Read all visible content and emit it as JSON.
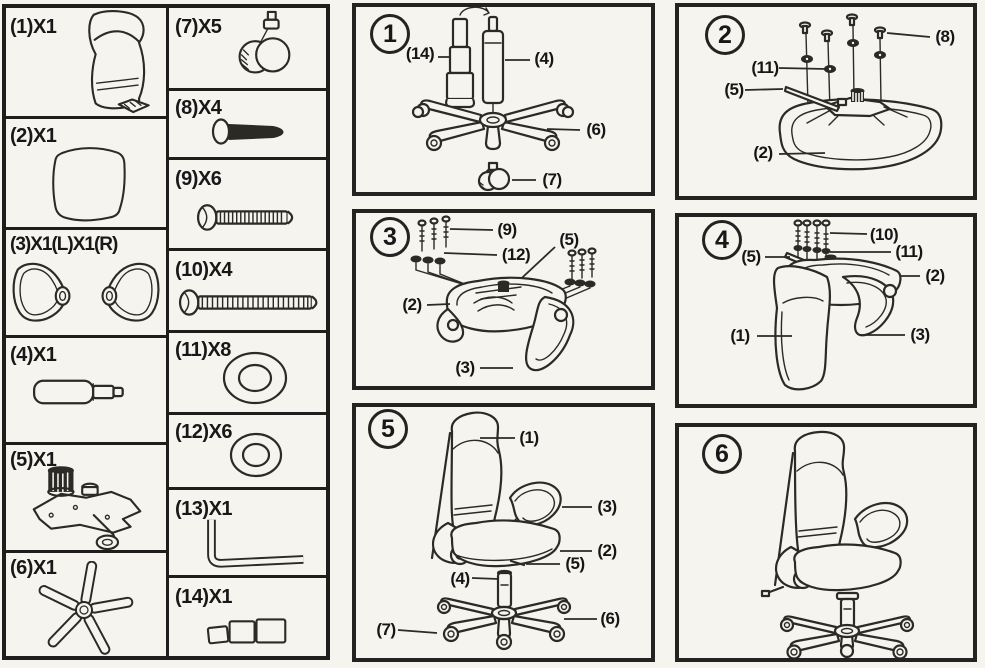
{
  "page": {
    "background": "#f5f4ef",
    "ink": "#2b2a27"
  },
  "parts_list": {
    "column1": [
      {
        "id": "backrest",
        "label": "(1)X1"
      },
      {
        "id": "seat",
        "label": "(2)X1"
      },
      {
        "id": "armrests",
        "label": "(3)X1(L)X1(R)"
      },
      {
        "id": "gas-lift",
        "label": "(4)X1"
      },
      {
        "id": "tilt-mechanism",
        "label": "(5)X1"
      },
      {
        "id": "five-star-base",
        "label": "(6)X1"
      }
    ],
    "column2": [
      {
        "id": "caster",
        "label": "(7)X5"
      },
      {
        "id": "short-bolt",
        "label": "(8)X4"
      },
      {
        "id": "medium-screw",
        "label": "(9)X6"
      },
      {
        "id": "long-screw",
        "label": "(10)X4"
      },
      {
        "id": "large-washer",
        "label": "(11)X8"
      },
      {
        "id": "small-washer",
        "label": "(12)X6"
      },
      {
        "id": "allen-key",
        "label": "(13)X1"
      },
      {
        "id": "telescopic-cover",
        "label": "(14)X1"
      }
    ]
  },
  "steps": [
    {
      "number": "1",
      "callouts": [
        "(14)",
        "(4)",
        "(6)",
        "(7)"
      ]
    },
    {
      "number": "2",
      "callouts": [
        "(8)",
        "(11)",
        "(5)",
        "(2)"
      ]
    },
    {
      "number": "3",
      "callouts": [
        "(9)",
        "(12)",
        "(5)",
        "(2)",
        "(3)"
      ]
    },
    {
      "number": "4",
      "callouts": [
        "(10)",
        "(11)",
        "(5)",
        "(2)",
        "(1)",
        "(3)"
      ]
    },
    {
      "number": "5",
      "callouts": [
        "(1)",
        "(3)",
        "(2)",
        "(5)",
        "(4)",
        "(6)",
        "(7)"
      ]
    },
    {
      "number": "6",
      "callouts": []
    }
  ]
}
